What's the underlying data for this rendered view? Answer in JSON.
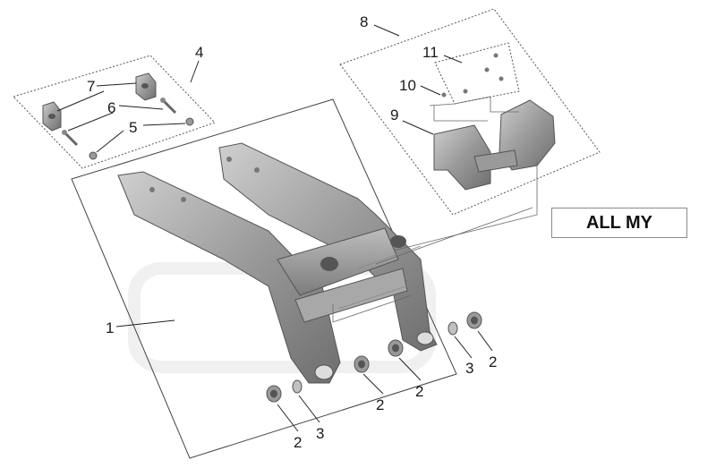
{
  "diagram": {
    "callouts": {
      "c1": "1",
      "c2a": "2",
      "c2b": "2",
      "c2c": "2",
      "c2d": "2",
      "c3a": "3",
      "c3b": "3",
      "c4": "4",
      "c5": "5",
      "c6": "6",
      "c7": "7",
      "c8": "8",
      "c9": "9",
      "c10": "10",
      "c11": "11"
    },
    "badge": "ALL MY"
  }
}
